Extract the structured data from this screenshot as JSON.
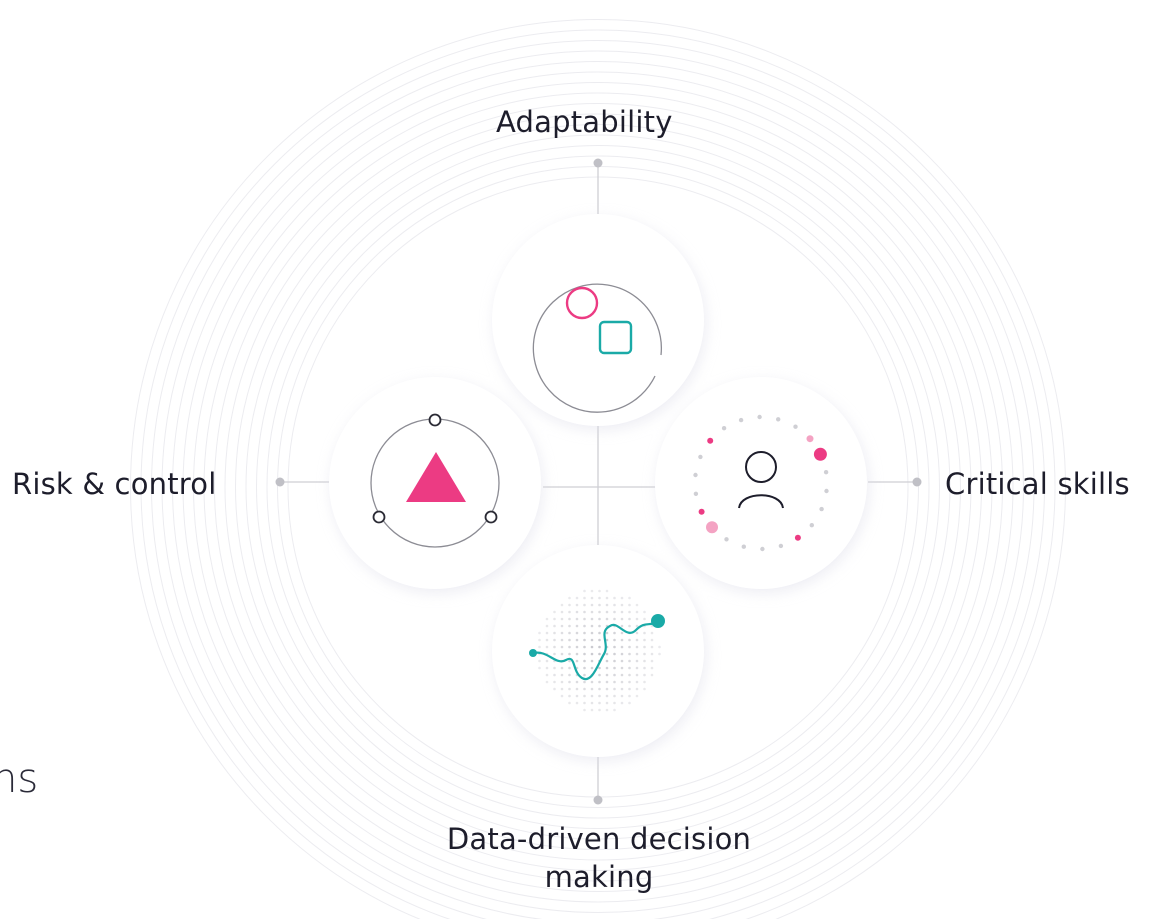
{
  "diagram": {
    "nodes": [
      {
        "id": "adaptability",
        "label": "Adaptability",
        "icon": "circle-square-icon"
      },
      {
        "id": "critical-skills",
        "label": "Critical skills",
        "icon": "person-dots-icon"
      },
      {
        "id": "data-driven",
        "label": "Data-driven decision making",
        "icon": "path-dots-icon"
      },
      {
        "id": "risk-control",
        "label": "Risk & control",
        "icon": "triangle-orbit-icon"
      }
    ],
    "fragment_text": "ns",
    "colors": {
      "pink": "#ec3b83",
      "light_pink": "#f4a3c3",
      "teal": "#1aaaa7",
      "grey_line": "#c8c8cc",
      "ring": "#ececf0",
      "text": "#1d1d2b"
    }
  }
}
